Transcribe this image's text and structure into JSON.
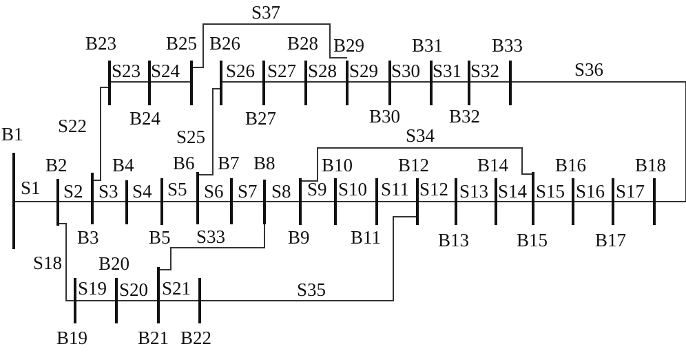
{
  "buses": {
    "B1": "B1",
    "B2": "B2",
    "B3": "B3",
    "B4": "B4",
    "B5": "B5",
    "B6": "B6",
    "B7": "B7",
    "B8": "B8",
    "B9": "B9",
    "B10": "B10",
    "B11": "B11",
    "B12": "B12",
    "B13": "B13",
    "B14": "B14",
    "B15": "B15",
    "B16": "B16",
    "B17": "B17",
    "B18": "B18",
    "B19": "B19",
    "B20": "B20",
    "B21": "B21",
    "B22": "B22",
    "B23": "B23",
    "B24": "B24",
    "B25": "B25",
    "B26": "B26",
    "B27": "B27",
    "B28": "B28",
    "B29": "B29",
    "B30": "B30",
    "B31": "B31",
    "B32": "B32",
    "B33": "B33"
  },
  "switches": {
    "S1": "S1",
    "S2": "S2",
    "S3": "S3",
    "S4": "S4",
    "S5": "S5",
    "S6": "S6",
    "S7": "S7",
    "S8": "S8",
    "S9": "S9",
    "S10": "S10",
    "S11": "S11",
    "S12": "S12",
    "S13": "S13",
    "S14": "S14",
    "S15": "S15",
    "S16": "S16",
    "S17": "S17",
    "S18": "S18",
    "S19": "S19",
    "S20": "S20",
    "S21": "S21",
    "S22": "S22",
    "S23": "S23",
    "S24": "S24",
    "S25": "S25",
    "S26": "S26",
    "S27": "S27",
    "S28": "S28",
    "S29": "S29",
    "S30": "S30",
    "S31": "S31",
    "S32": "S32",
    "S33": "S33",
    "S34": "S34",
    "S35": "S35",
    "S36": "S36",
    "S37": "S37"
  }
}
